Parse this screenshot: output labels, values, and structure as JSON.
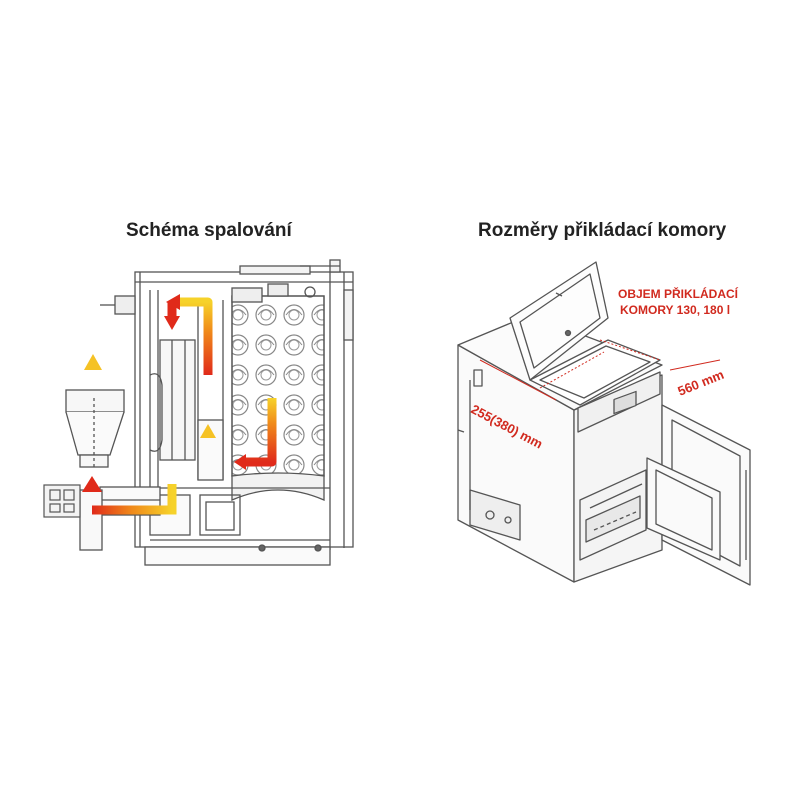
{
  "left_title": "Schéma spalování",
  "right_title": "Rozměry přikládací komory",
  "label_volume_line1": "OBJEM PŘIKLÁDACÍ",
  "label_volume_line2": "KOMORY 130, 180 l",
  "dim_width": "560 mm",
  "dim_depth": "255(380) mm",
  "colors": {
    "flame_red": "#e02a1a",
    "flame_orange": "#f08a1a",
    "flame_yellow": "#f6d22a",
    "label_red": "#d12a1f",
    "line": "#555555"
  }
}
